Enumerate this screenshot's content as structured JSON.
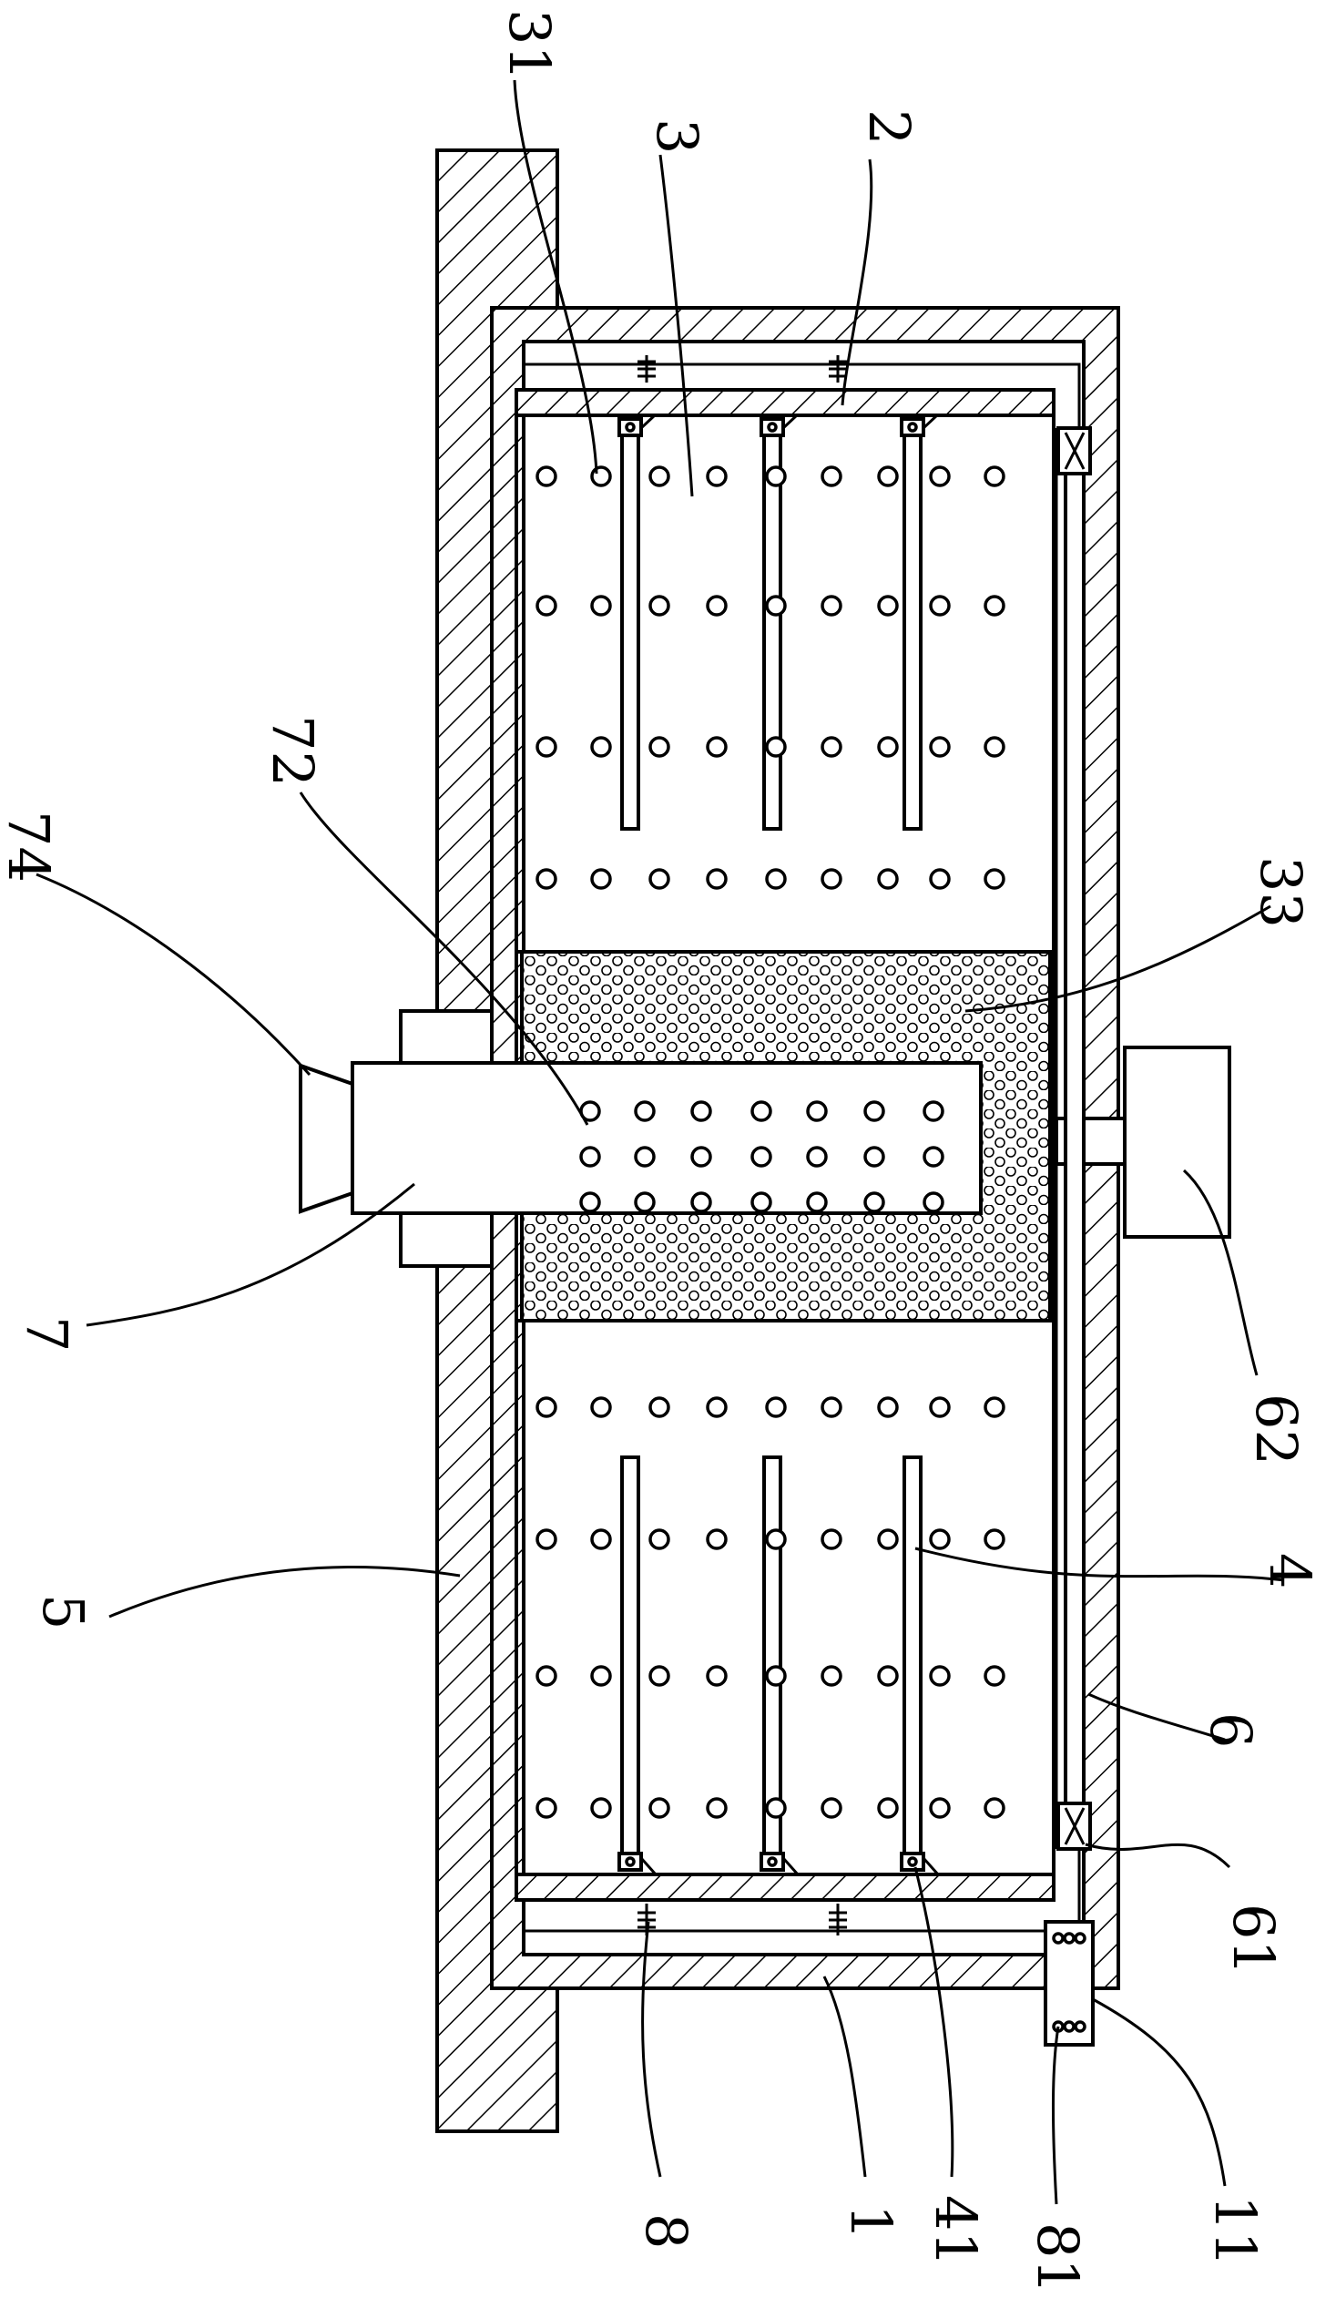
{
  "labels": {
    "l31": "31",
    "l3": "3",
    "l2": "2",
    "l72": "72",
    "l74": "74",
    "l33": "33",
    "l7": "7",
    "l62": "62",
    "l5": "5",
    "l4": "4",
    "l6": "6",
    "l61": "61",
    "l8": "8",
    "l1": "1",
    "l41": "41",
    "l81": "81",
    "l11": "11"
  },
  "colors": {
    "line": "#000000",
    "background": "#ffffff"
  }
}
